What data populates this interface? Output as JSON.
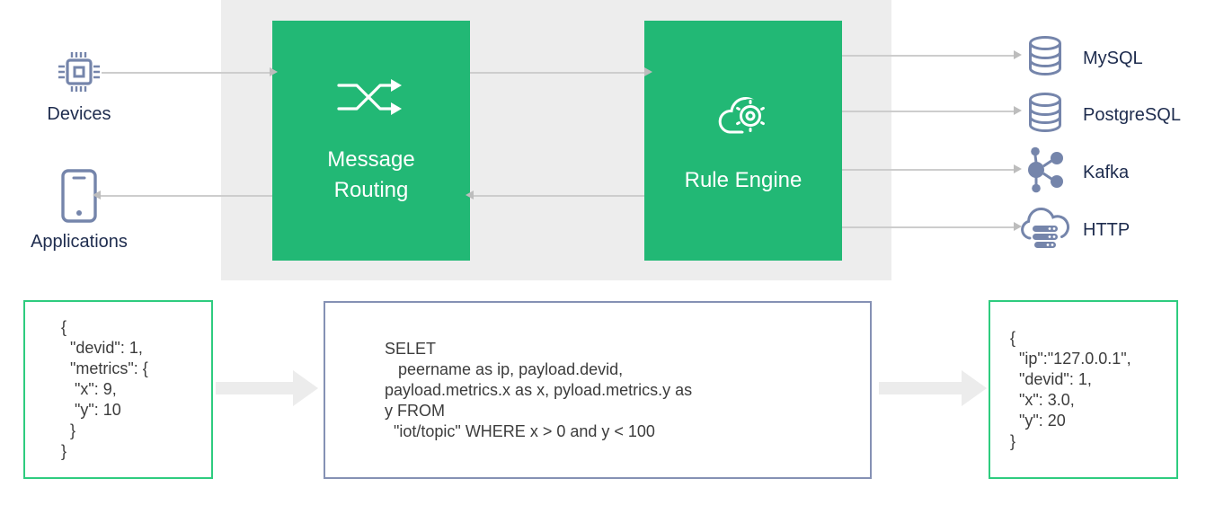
{
  "diagram": {
    "broker": {
      "message_routing": {
        "label": "Message Routing",
        "icon": "shuffle-icon"
      },
      "rule_engine": {
        "label": "Rule Engine",
        "icon": "cloud-gear-icon"
      }
    },
    "left_nodes": [
      {
        "id": "devices",
        "label": "Devices",
        "icon": "chip-icon"
      },
      {
        "id": "applications",
        "label": "Applications",
        "icon": "smartphone-icon"
      }
    ],
    "right_nodes": [
      {
        "id": "mysql",
        "label": "MySQL",
        "icon": "database-icon"
      },
      {
        "id": "postgresql",
        "label": "PostgreSQL",
        "icon": "database-icon"
      },
      {
        "id": "kafka",
        "label": "Kafka",
        "icon": "kafka-icon"
      },
      {
        "id": "http",
        "label": "HTTP",
        "icon": "cloud-server-icon"
      }
    ],
    "code_blocks": {
      "input_json": "{\n  \"devid\": 1,\n  \"metrics\": {\n   \"x\": 9,\n   \"y\": 10\n  }\n}",
      "rule_sql": "SELET\n   peername as ip, payload.devid,\npayload.metrics.x as x, pyload.metrics.y as\ny FROM\n  \"iot/topic\" WHERE x > 0 and y < 100",
      "output_json": "{\n  \"ip\":\"127.0.0.1\",\n  \"devid\": 1,\n  \"x\": 3.0,\n  \"y\": 20\n}"
    },
    "colors": {
      "box_green": "#22b875",
      "json_box_border": "#2ecc7f",
      "sql_box_border": "#8591b4",
      "icon_slate": "#7585ab",
      "label_navy": "#1e2c4e",
      "panel_gray": "#ededed",
      "thin_arrow_gray": "#cdcdcd",
      "thick_arrow_gray": "#ececec"
    }
  }
}
